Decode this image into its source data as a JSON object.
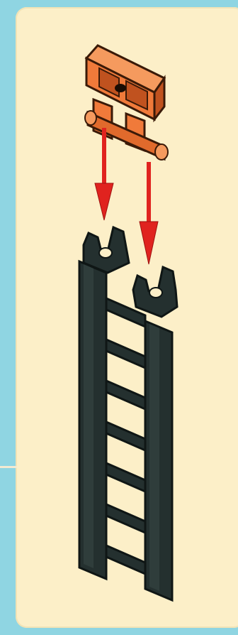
{
  "colors": {
    "background": "#8fd5e2",
    "panel": "#fcefc8",
    "plate_orange": "#f07a3a",
    "plate_orange_dark": "#c0521f",
    "ladder_dark": "#24302f",
    "arrow_red": "#e0231f"
  },
  "parts": [
    {
      "name": "plate-with-clip-bars",
      "color": "orange",
      "quantity": 1
    },
    {
      "name": "ladder",
      "color": "black",
      "quantity": 1
    }
  ],
  "steps": [
    {
      "action": "attach",
      "from": "plate-with-clip-bars",
      "to": "ladder",
      "arrow_count": 2
    }
  ]
}
